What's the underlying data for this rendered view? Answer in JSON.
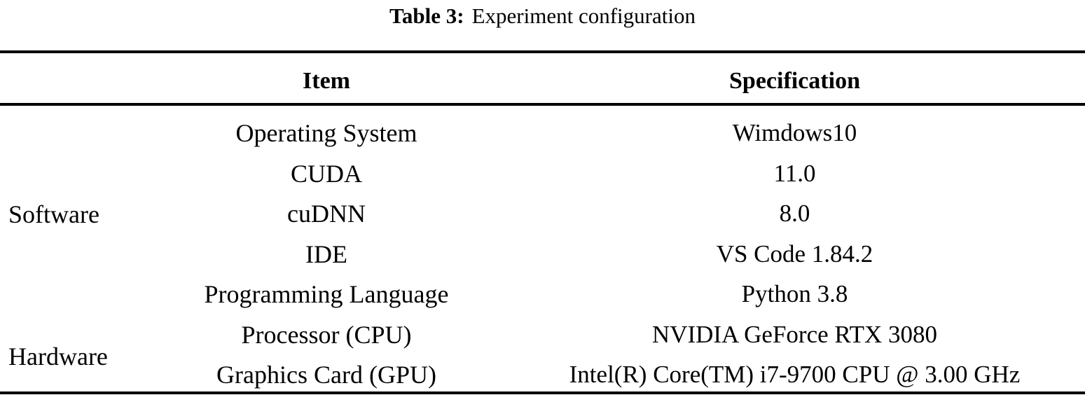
{
  "caption": {
    "label": "Table 3:",
    "text": "Experiment configuration"
  },
  "table": {
    "columns": {
      "group": "",
      "item": "Item",
      "specification": "Specification"
    },
    "groups": [
      {
        "name": "Software",
        "row_span": 4
      },
      {
        "name": "Hardware",
        "row_span": 3
      }
    ],
    "rows": [
      {
        "group": "Software",
        "item": "Operating System",
        "specification": "Wimdows10"
      },
      {
        "group": "Software",
        "item": "CUDA",
        "specification": "11.0"
      },
      {
        "group": "Software",
        "item": "cuDNN",
        "specification": "8.0"
      },
      {
        "group": "Software",
        "item": "IDE",
        "specification": "VS Code 1.84.2"
      },
      {
        "group": "Hardware",
        "item": "Programming Language",
        "specification": "Python 3.8"
      },
      {
        "group": "Hardware",
        "item": "Processor (CPU)",
        "specification": "NVIDIA GeForce RTX 3080"
      },
      {
        "group": "Hardware",
        "item": "Graphics Card (GPU)",
        "specification": "Intel(R) Core(TM) i7-9700 CPU @ 3.00 GHz"
      }
    ]
  },
  "style": {
    "text_color": "#000000",
    "background_color": "#ffffff",
    "rule_color": "#000000"
  }
}
